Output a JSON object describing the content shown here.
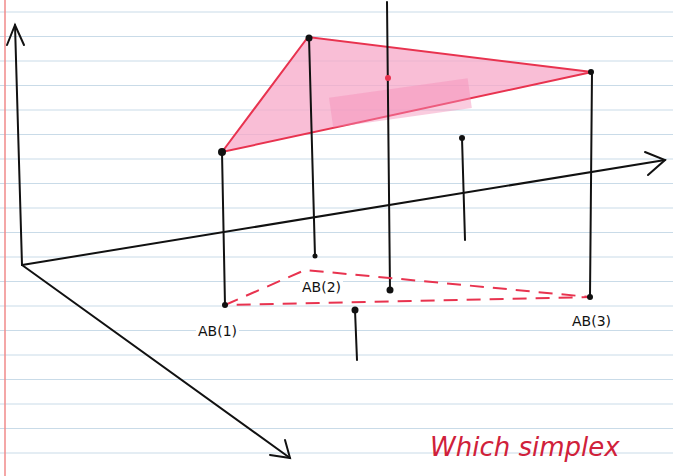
{
  "diagram": {
    "labels": [
      "AB(1)",
      "AB(2)",
      "AB(3)",
      "Which simplex"
    ]
  }
}
